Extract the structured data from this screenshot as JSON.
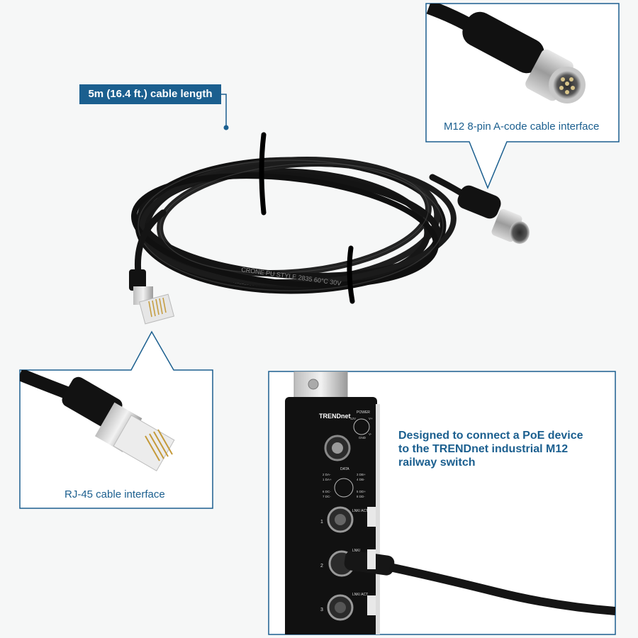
{
  "callouts": {
    "cable_length": "5m (16.4 ft.) cable length",
    "m12_interface": "M12 8-pin A-code cable interface",
    "rj45_interface": "RJ-45 cable interface"
  },
  "description": {
    "line1": "Designed to connect a PoE device",
    "line2": "to the TRENDnet industrial M12",
    "line3": "railway switch"
  },
  "switch_panel": {
    "brand": "TRENDnet",
    "power_label": "POWER",
    "data_label": "DATA",
    "port_labels": [
      "LNK/ ACT",
      "LNK/",
      "LNK/ ACT"
    ],
    "port_numbers": [
      "1",
      "2",
      "3"
    ],
    "pin_labels": [
      "12V",
      "V+",
      "V-",
      "GND",
      "2 DA-",
      "3 DB+",
      "1 DA+",
      "4 DB-",
      "6 DC-",
      "5 DD+",
      "7 DC-",
      "8 DD-"
    ]
  },
  "cable_print": "CRONE PU STYLE 2835 60°C 30V",
  "colors": {
    "accent": "#1b5f8f",
    "background": "#f6f7f7",
    "cable": "#1a1a1a"
  }
}
